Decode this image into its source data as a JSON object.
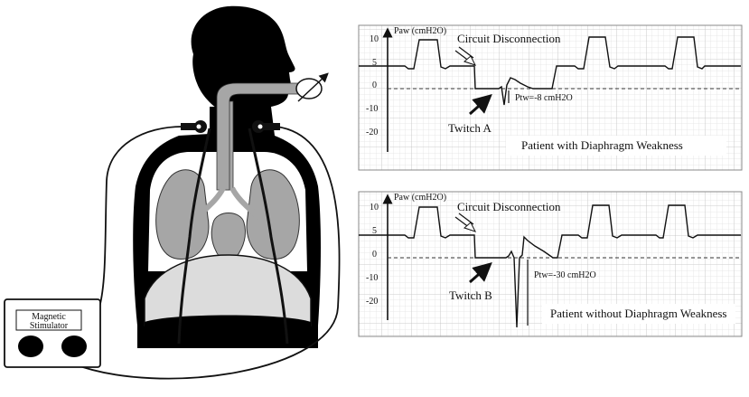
{
  "stimulator": {
    "line1": "Magnetic",
    "line2": "Stimulator"
  },
  "panels": [
    {
      "axis_label": "Paw (cmH2O)",
      "ticks": [
        "10",
        "5",
        "0",
        "-10",
        "-20"
      ],
      "disconnection_label": "Circuit Disconnection",
      "twitch_label": "Twitch A",
      "ptw_label": "Ptw=-8 cmH2O",
      "caption": "Patient with Diaphragm Weakness"
    },
    {
      "axis_label": "Paw (cmH2O)",
      "ticks": [
        "10",
        "5",
        "0",
        "-10",
        "-20"
      ],
      "disconnection_label": "Circuit Disconnection",
      "twitch_label": "Twitch B",
      "ptw_label": "Ptw=-30 cmH2O",
      "caption": "Patient without Diaphragm Weakness"
    }
  ],
  "chart_data": [
    {
      "type": "line",
      "ylabel": "Paw (cmH2O)",
      "yticks": [
        10,
        5,
        0,
        -10,
        -20
      ],
      "ylim": [
        -27,
        15
      ],
      "twitch_amplitude": -8,
      "annotations": [
        "Circuit Disconnection",
        "Twitch A",
        "Ptw=-8 cmH2O",
        "Patient with Diaphragm Weakness"
      ]
    },
    {
      "type": "line",
      "ylabel": "Paw (cmH2O)",
      "yticks": [
        10,
        5,
        0,
        -10,
        -20
      ],
      "ylim": [
        -27,
        15
      ],
      "twitch_amplitude": -30,
      "annotations": [
        "Circuit Disconnection",
        "Twitch B",
        "Ptw=-30 cmH2O",
        "Patient without Diaphragm Weakness"
      ]
    }
  ]
}
